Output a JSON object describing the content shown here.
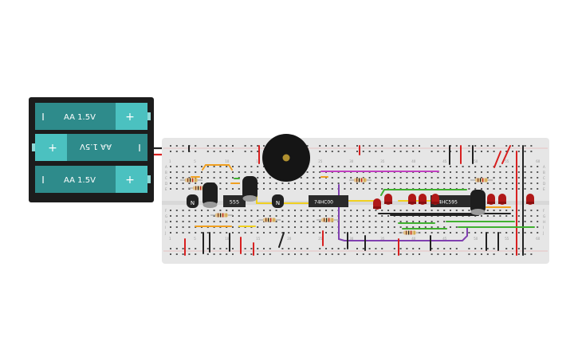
{
  "battery": {
    "cells": [
      {
        "label": "AA 1.5V",
        "flipped": false
      },
      {
        "label": "AA 1.5V",
        "flipped": true
      },
      {
        "label": "AA 1.5V",
        "flipped": false
      }
    ],
    "plus": "+",
    "minus": "I"
  },
  "chips": [
    {
      "id": "timer",
      "label": "555"
    },
    {
      "id": "nand",
      "label": "74HC00"
    },
    {
      "id": "shift",
      "label": "74HC595"
    }
  ],
  "transistors": [
    {
      "label": "N"
    },
    {
      "label": "N"
    }
  ],
  "breadboard": {
    "row_letters_top": [
      "A",
      "B",
      "C",
      "D",
      "E"
    ],
    "row_letters_bottom": [
      "F",
      "G",
      "H",
      "I",
      "J"
    ],
    "col_numbers": [
      "1",
      "5",
      "10",
      "15",
      "20",
      "25",
      "30",
      "35",
      "40",
      "45",
      "50",
      "55",
      "60"
    ]
  },
  "colors": {
    "board": "#e6e6e6",
    "battery_cell": "#2e8b8b",
    "battery_cap": "#4bc1c0",
    "wire_red": "#d82020",
    "wire_black": "#222222",
    "wire_orange": "#f0a020",
    "wire_yellow": "#f0d020",
    "wire_green": "#40b030",
    "wire_purple": "#8040b0",
    "wire_magenta": "#c040c0",
    "led_red": "#b01818"
  }
}
